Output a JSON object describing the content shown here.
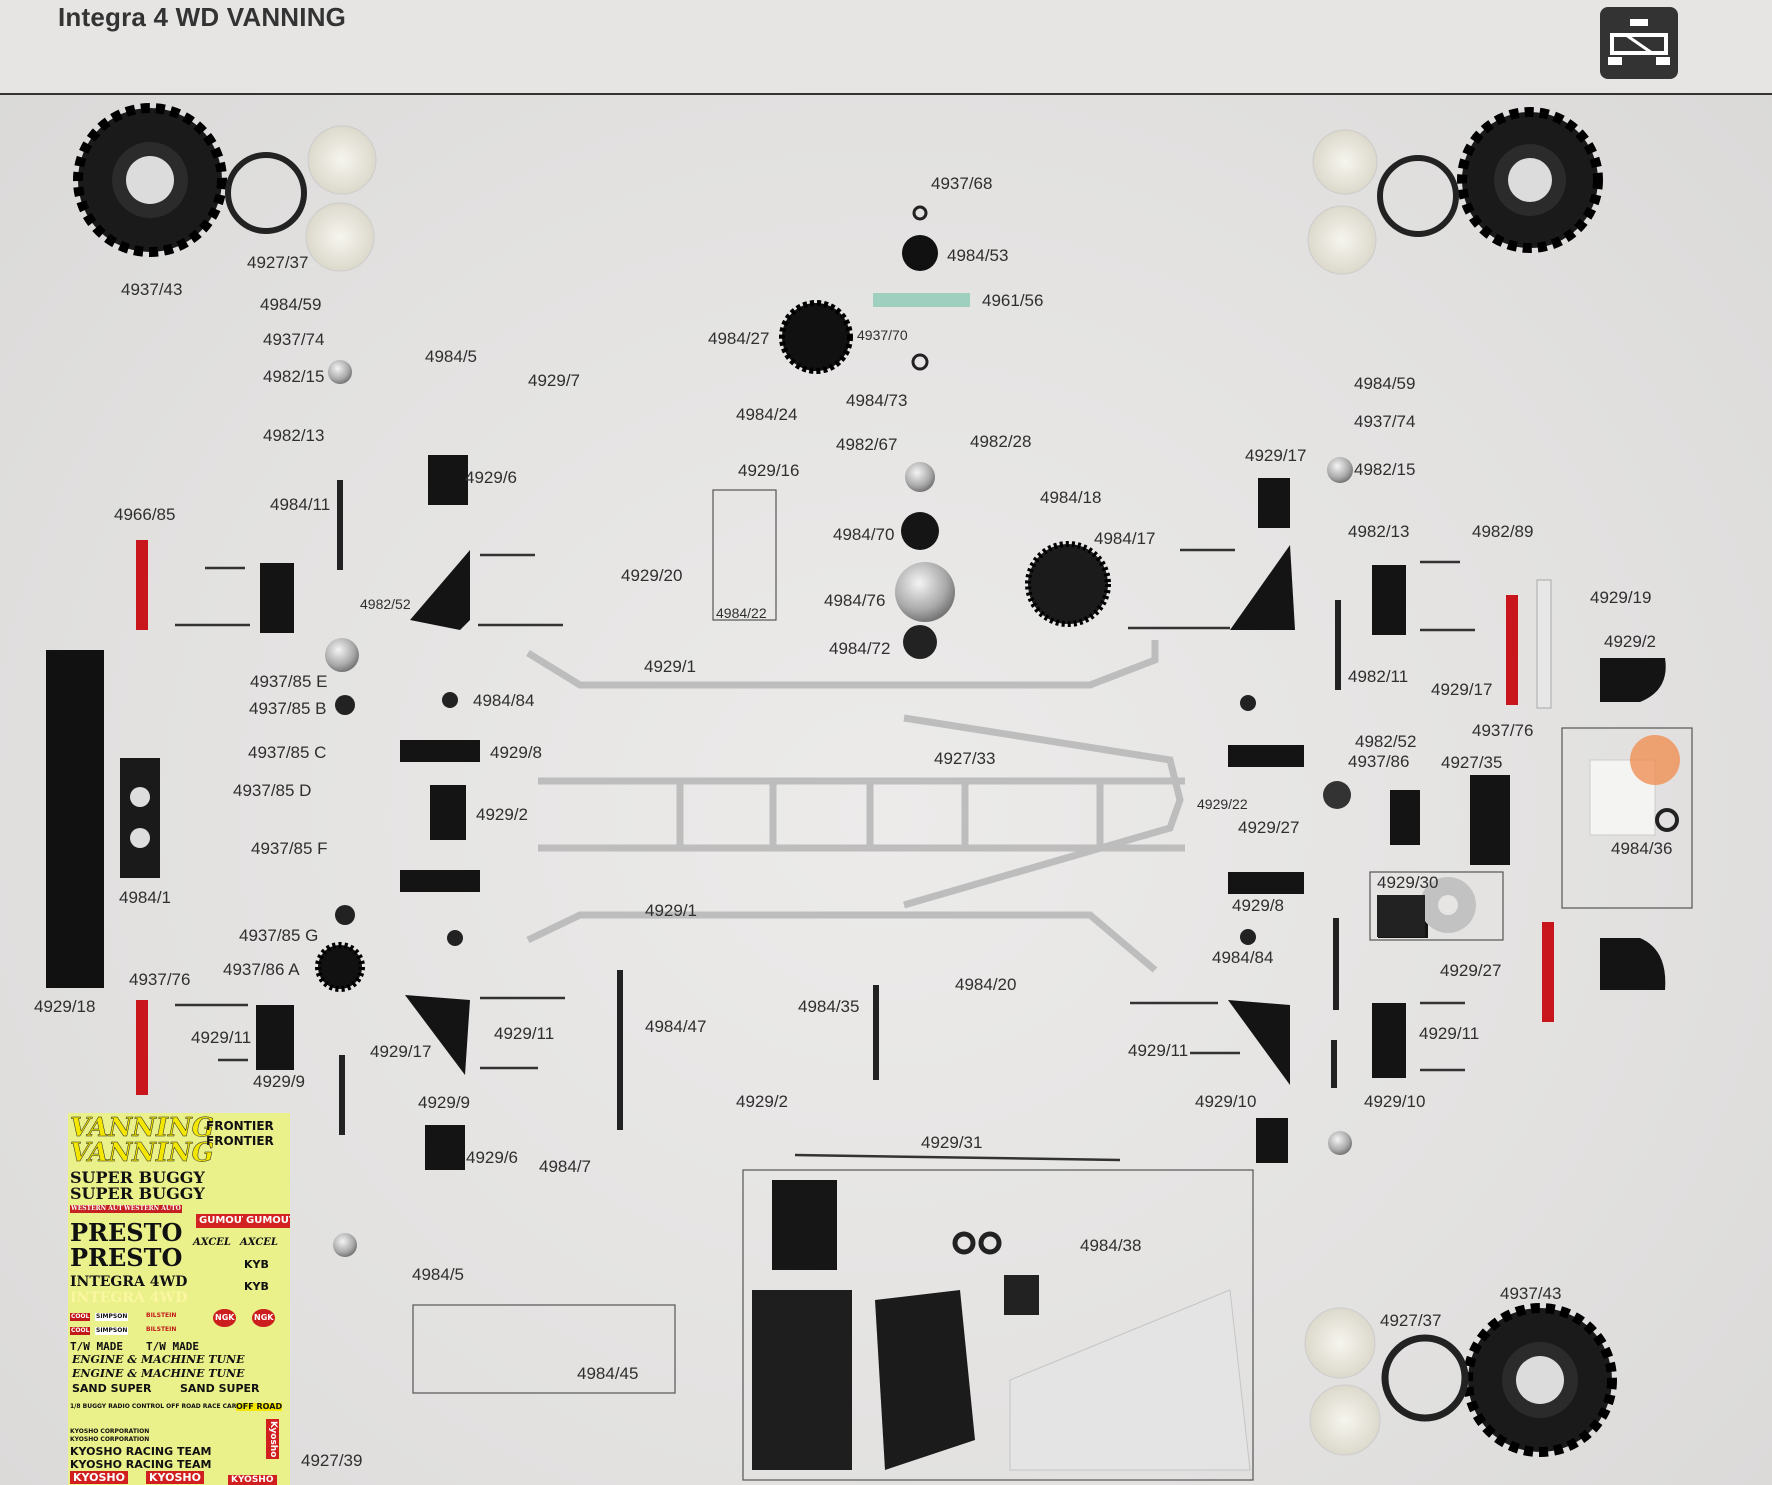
{
  "header": {
    "title": "Integra 4 WD VANNING",
    "icon": "buggy-icon"
  },
  "parts": [
    {
      "id": "p1",
      "label": "4937/68"
    },
    {
      "id": "p2",
      "label": "4984/53"
    },
    {
      "id": "p3",
      "label": "4961/56"
    },
    {
      "id": "p4",
      "label": "4984/27"
    },
    {
      "id": "p5",
      "label": "4937/70"
    },
    {
      "id": "p6",
      "label": "4984/73"
    },
    {
      "id": "p7",
      "label": "4984/24"
    },
    {
      "id": "p8",
      "label": "4982/67"
    },
    {
      "id": "p9",
      "label": "4982/28"
    },
    {
      "id": "p10",
      "label": "4929/16"
    },
    {
      "id": "p11",
      "label": "4984/70"
    },
    {
      "id": "p12",
      "label": "4929/20"
    },
    {
      "id": "p13",
      "label": "4984/22"
    },
    {
      "id": "p14",
      "label": "4984/76"
    },
    {
      "id": "p15",
      "label": "4984/72"
    },
    {
      "id": "p16",
      "label": "4984/18"
    },
    {
      "id": "p17",
      "label": "4984/17"
    },
    {
      "id": "p18",
      "label": "4937/43"
    },
    {
      "id": "p19",
      "label": "4927/37"
    },
    {
      "id": "p20",
      "label": "4984/59"
    },
    {
      "id": "p21",
      "label": "4937/74"
    },
    {
      "id": "p22",
      "label": "4982/15"
    },
    {
      "id": "p23",
      "label": "4982/13"
    },
    {
      "id": "p24",
      "label": "4984/11"
    },
    {
      "id": "p25",
      "label": "4966/85"
    },
    {
      "id": "p26",
      "label": "4984/5"
    },
    {
      "id": "p27",
      "label": "4929/7"
    },
    {
      "id": "p28",
      "label": "4929/6"
    },
    {
      "id": "p29",
      "label": "4982/52"
    },
    {
      "id": "p30",
      "label": "4937/85 E"
    },
    {
      "id": "p31",
      "label": "4937/85 B"
    },
    {
      "id": "p32",
      "label": "4937/85 C"
    },
    {
      "id": "p33",
      "label": "4937/85 D"
    },
    {
      "id": "p34",
      "label": "4937/85 F"
    },
    {
      "id": "p35",
      "label": "4984/1"
    },
    {
      "id": "p36",
      "label": "4984/84"
    },
    {
      "id": "p37",
      "label": "4929/8"
    },
    {
      "id": "p38",
      "label": "4929/2"
    },
    {
      "id": "p39",
      "label": "4929/1"
    },
    {
      "id": "p40",
      "label": "4927/33"
    },
    {
      "id": "p41",
      "label": "4929/1"
    },
    {
      "id": "p42",
      "label": "4937/85 G"
    },
    {
      "id": "p43",
      "label": "4937/86 A"
    },
    {
      "id": "p44",
      "label": "4937/76"
    },
    {
      "id": "p45",
      "label": "4929/18"
    },
    {
      "id": "p46",
      "label": "4929/11"
    },
    {
      "id": "p47",
      "label": "4929/9"
    },
    {
      "id": "p48",
      "label": "4929/17"
    },
    {
      "id": "p49",
      "label": "4929/11"
    },
    {
      "id": "p50",
      "label": "4929/9"
    },
    {
      "id": "p51",
      "label": "4929/6"
    },
    {
      "id": "p52",
      "label": "4984/5"
    },
    {
      "id": "p53",
      "label": "4984/47"
    },
    {
      "id": "p54",
      "label": "4929/2"
    },
    {
      "id": "p55",
      "label": "4984/7"
    },
    {
      "id": "p56",
      "label": "4984/35"
    },
    {
      "id": "p57",
      "label": "4984/20"
    },
    {
      "id": "p58",
      "label": "4929/31"
    },
    {
      "id": "p59",
      "label": "4984/38"
    },
    {
      "id": "p60",
      "label": "4984/45"
    },
    {
      "id": "p61",
      "label": "4927/39"
    },
    {
      "id": "p62",
      "label": "4984/59"
    },
    {
      "id": "p63",
      "label": "4937/74"
    },
    {
      "id": "p64",
      "label": "4929/17"
    },
    {
      "id": "p65",
      "label": "4982/15"
    },
    {
      "id": "p66",
      "label": "4982/13"
    },
    {
      "id": "p67",
      "label": "4982/89"
    },
    {
      "id": "p68",
      "label": "4929/19"
    },
    {
      "id": "p69",
      "label": "4929/2"
    },
    {
      "id": "p70",
      "label": "4982/11"
    },
    {
      "id": "p71",
      "label": "4929/17"
    },
    {
      "id": "p72",
      "label": "4937/76"
    },
    {
      "id": "p73",
      "label": "4982/52"
    },
    {
      "id": "p74",
      "label": "4937/86"
    },
    {
      "id": "p75",
      "label": "4927/35"
    },
    {
      "id": "p76",
      "label": "4929/22"
    },
    {
      "id": "p77",
      "label": "4929/27"
    },
    {
      "id": "p78",
      "label": "4984/36"
    },
    {
      "id": "p79",
      "label": "4929/30"
    },
    {
      "id": "p80",
      "label": "4929/8"
    },
    {
      "id": "p81",
      "label": "4984/84"
    },
    {
      "id": "p82",
      "label": "4929/27"
    },
    {
      "id": "p83",
      "label": "4929/11"
    },
    {
      "id": "p84",
      "label": "4929/11"
    },
    {
      "id": "p85",
      "label": "4929/10"
    },
    {
      "id": "p86",
      "label": "4929/10"
    },
    {
      "id": "p87",
      "label": "4937/43"
    },
    {
      "id": "p88",
      "label": "4927/37"
    }
  ],
  "decal_sheet": {
    "lines": [
      "VANNING",
      "VANNING",
      "FRONTIER",
      "FRONTIER",
      "SUPER BUGGY",
      "SUPER BUGGY",
      "WESTERN AUTO",
      "WESTERN AUTO",
      "PRESTO",
      "PRESTO",
      "GUMOUT",
      "GUMOUT",
      "INTEGRA 4WD",
      "INTEGRA 4WD",
      "AXCEL",
      "AXCEL",
      "KYB",
      "KYB",
      "NGK",
      "NGK",
      "COOL",
      "SIMPSON",
      "BILSTEIN",
      "COOL",
      "SIMPSON",
      "BILSTEIN",
      "T/W MADE",
      "T/W MADE",
      "ENGINE & MACHINE TUNE",
      "ENGINE & MACHINE TUNE",
      "SAND SUPER",
      "SAND SUPER",
      "1/8 BUGGY RADIO CONTROL OFF ROAD RACE CAR",
      "OFF ROAD",
      "KYOSHO CORPORATION",
      "KYOSHO CORPORATION",
      "KYOSHO RACING TEAM",
      "KYOSHO RACING TEAM",
      "KYOSHO",
      "KYOSHO",
      "KYOSHO",
      "Kyosho"
    ]
  }
}
